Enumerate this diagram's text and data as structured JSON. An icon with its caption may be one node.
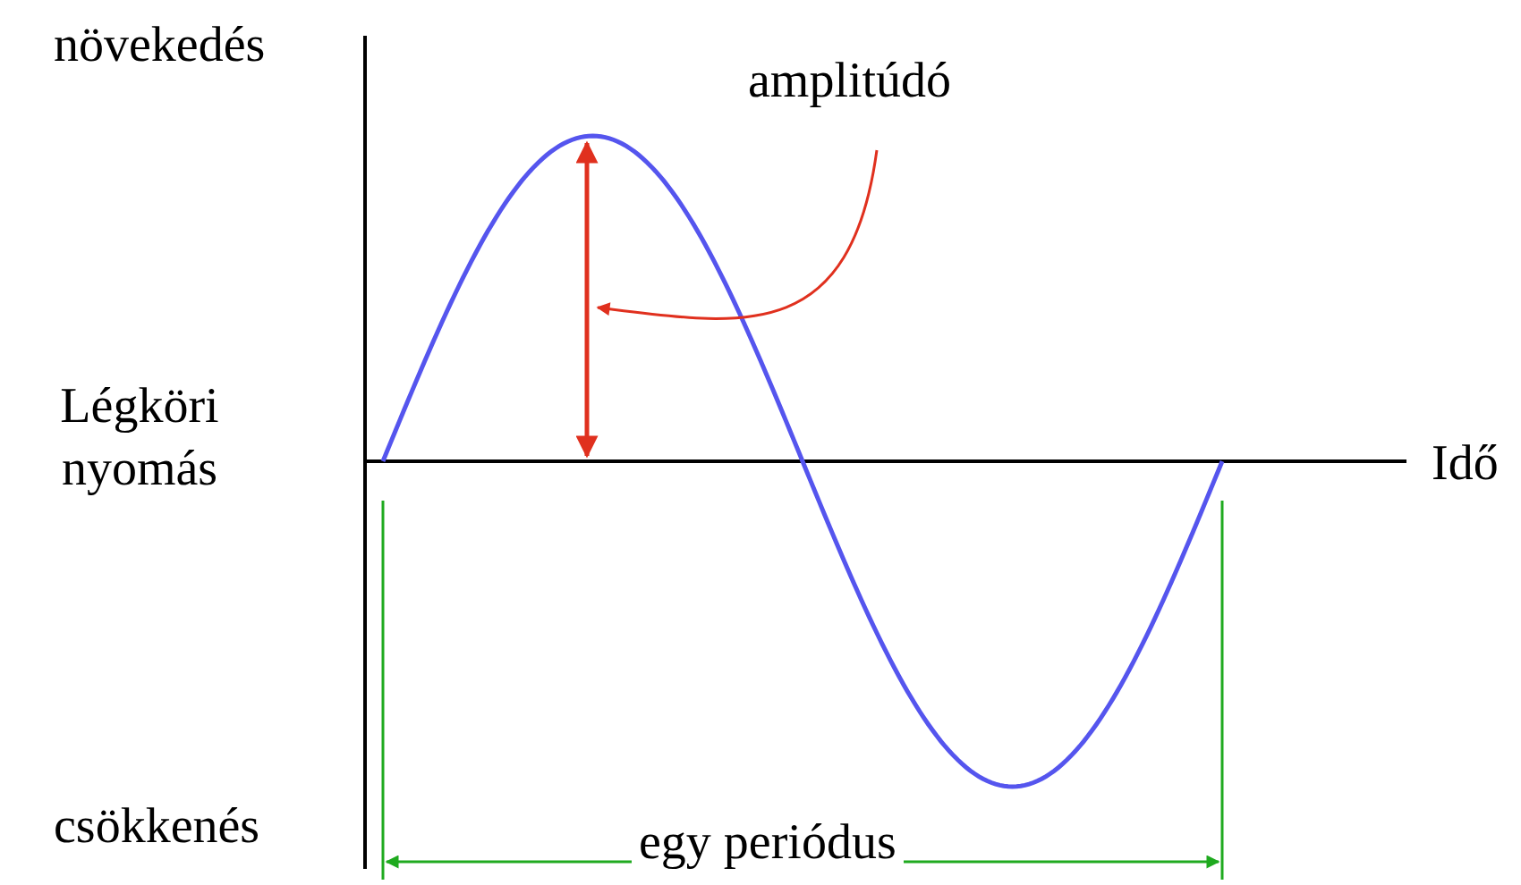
{
  "diagram": {
    "nodes": [
      {
        "text": [
          "amplitúdó"
        ]
      },
      {
        "text": [],
        "shape": "arrow"
      }
    ],
    "edges": [
      {
        "from": 0,
        "to": 1,
        "arrow": "to"
      }
    ],
    "labels": [
      "növekedés",
      "Légköri nyomás",
      "Idő",
      "csökkenés",
      "egy periódus"
    ]
  }
}
